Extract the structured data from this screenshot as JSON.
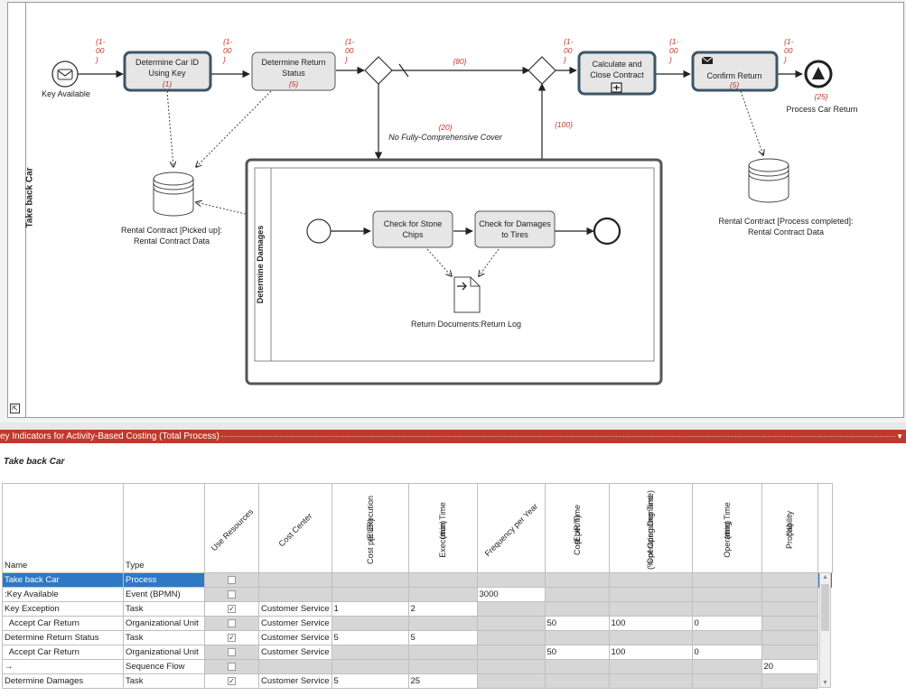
{
  "diagram": {
    "pool_label": "Take back Car",
    "start_event": "Key Available",
    "task_determine_car_id": "Determine Car ID Using Key",
    "task_determine_car_id_l1": "Determine Car ID",
    "task_determine_car_id_l2": "Using Key",
    "task_determine_car_id_freq": "{1}",
    "task_return_status_l1": "Determine Return",
    "task_return_status_l2": "Status",
    "task_return_status_freq": "{5}",
    "task_calc_l1": "Calculate and",
    "task_calc_l2": "Close Contract",
    "task_confirm": "Confirm Return",
    "task_confirm_freq": "{5}",
    "end_event": "Process Car Return",
    "end_event_freq": "{25}",
    "flow_prob_1": "{1-",
    "flow_prob_2": "00",
    "flow_prob_3": "}",
    "flow_80": "{80}",
    "flow_20": "{20}",
    "flow_20_label": "No Fully-Comprehensive Cover",
    "flow_100": "{100}",
    "datastore_1_l1": "Rental Contract [Picked up]:",
    "datastore_1_l2": "Rental Contract Data",
    "datastore_2_l1": "Rental Contract [Process completed]:",
    "datastore_2_l2": "Rental Contract Data",
    "subprocess_label": "Determine Damages",
    "sub_task_1_l1": "Check for Stone",
    "sub_task_1_l2": "Chips",
    "sub_task_2_l1": "Check for Damages",
    "sub_task_2_l2": "to Tires",
    "data_object": "Return Documents:Return Log"
  },
  "panel": {
    "title": "ey Indicators for Activity-Based Costing (Total Process)",
    "process_title": "Take back Car"
  },
  "table": {
    "headers": {
      "name": "Name",
      "type": "Type",
      "use_resources": "Use Resources",
      "cost_center": "Cost Center",
      "cost_per_exec_l1": "Cost per Execution",
      "cost_per_exec_l2": "(EUR)",
      "exec_time_l1": "Execution Time",
      "exec_time_l2": "(min)",
      "freq_per_year": "Frequency per Year",
      "cost_per_time_l1": "Cost per Time",
      "cost_per_time_l2": "(EUR/h)",
      "op_demand_l1": "Operating Demand",
      "op_demand_l2": "(% of Operating Time)",
      "op_time_l1": "Operating Time",
      "op_time_l2": "(min)",
      "prob_l1": "Probability",
      "prob_l2": "(%)"
    },
    "rows": [
      {
        "name": "Take back Car",
        "type": "Process",
        "use": "",
        "cc": "",
        "cpe": "",
        "et": "",
        "fpy": "",
        "cpt": "",
        "od": "",
        "ot": "",
        "prob": ""
      },
      {
        "name": ":Key Available",
        "type": "Event (BPMN)",
        "use": "",
        "cc": "",
        "cpe": "",
        "et": "",
        "fpy": "3000",
        "cpt": "",
        "od": "",
        "ot": "",
        "prob": ""
      },
      {
        "name": "Key Exception",
        "type": "Task",
        "use": "✓",
        "cc": "Customer Service",
        "cpe": "1",
        "et": "2",
        "fpy": "",
        "cpt": "",
        "od": "",
        "ot": "",
        "prob": ""
      },
      {
        "name": "  Accept Car Return",
        "type": "Organizational Unit",
        "use": "",
        "cc": "Customer Service",
        "cpe": "",
        "et": "",
        "fpy": "",
        "cpt": "50",
        "od": "100",
        "ot": "0",
        "prob": ""
      },
      {
        "name": "Determine Return Status",
        "type": "Task",
        "use": "✓",
        "cc": "Customer Service",
        "cpe": "5",
        "et": "5",
        "fpy": "",
        "cpt": "",
        "od": "",
        "ot": "",
        "prob": ""
      },
      {
        "name": "  Accept Car Return",
        "type": "Organizational Unit",
        "use": "",
        "cc": "Customer Service",
        "cpe": "",
        "et": "",
        "fpy": "",
        "cpt": "50",
        "od": "100",
        "ot": "0",
        "prob": ""
      },
      {
        "name": "→",
        "type": "Sequence Flow",
        "use": "",
        "cc": "",
        "cpe": "",
        "et": "",
        "fpy": "",
        "cpt": "",
        "od": "",
        "ot": "",
        "prob": "20"
      },
      {
        "name": "Determine Damages",
        "type": "Task",
        "use": "✓",
        "cc": "Customer Service",
        "cpe": "5",
        "et": "25",
        "fpy": "",
        "cpt": "",
        "od": "",
        "ot": "",
        "prob": ""
      }
    ]
  }
}
